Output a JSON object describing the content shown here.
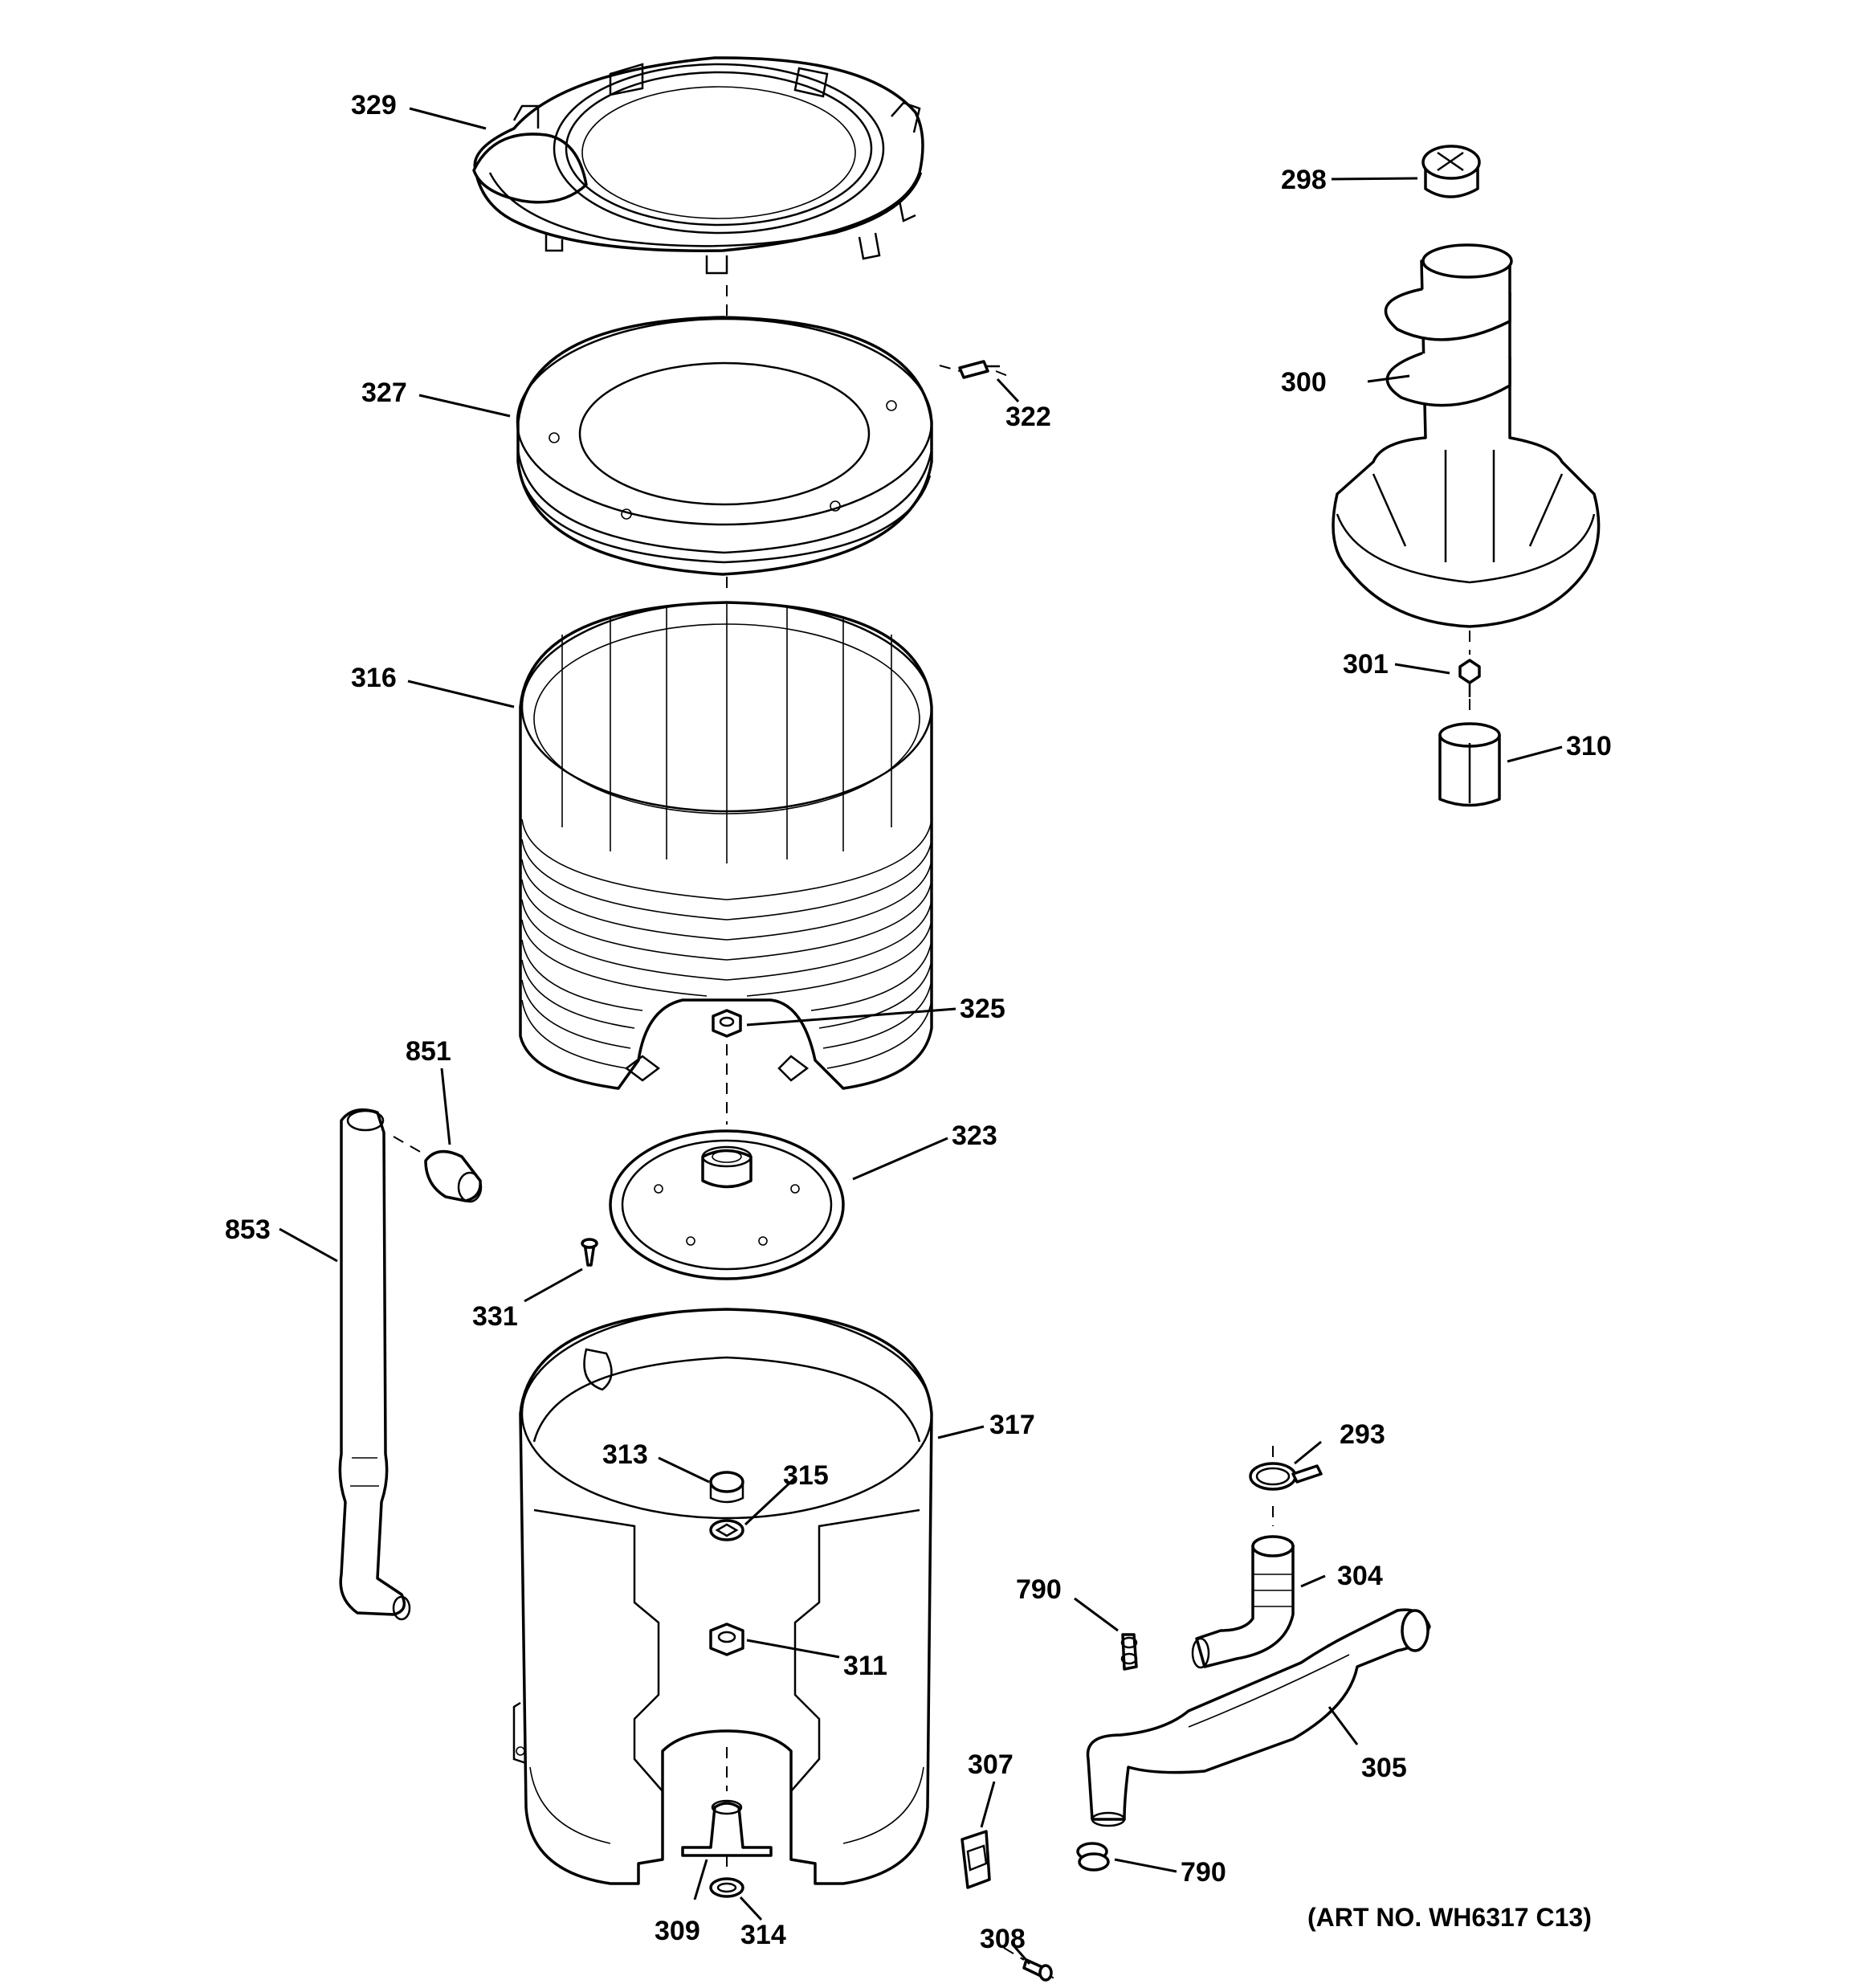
{
  "diagram": {
    "art_number": "(ART NO. WH6317 C13)",
    "callouts": [
      {
        "id": "329",
        "label": "329"
      },
      {
        "id": "327",
        "label": "327"
      },
      {
        "id": "322",
        "label": "322"
      },
      {
        "id": "316",
        "label": "316"
      },
      {
        "id": "325",
        "label": "325"
      },
      {
        "id": "851",
        "label": "851"
      },
      {
        "id": "853",
        "label": "853"
      },
      {
        "id": "323",
        "label": "323"
      },
      {
        "id": "331",
        "label": "331"
      },
      {
        "id": "317",
        "label": "317"
      },
      {
        "id": "313",
        "label": "313"
      },
      {
        "id": "315",
        "label": "315"
      },
      {
        "id": "311",
        "label": "311"
      },
      {
        "id": "309",
        "label": "309"
      },
      {
        "id": "314",
        "label": "314"
      },
      {
        "id": "298",
        "label": "298"
      },
      {
        "id": "300",
        "label": "300"
      },
      {
        "id": "301",
        "label": "301"
      },
      {
        "id": "310",
        "label": "310"
      },
      {
        "id": "293",
        "label": "293"
      },
      {
        "id": "304",
        "label": "304"
      },
      {
        "id": "790a",
        "label": "790"
      },
      {
        "id": "305",
        "label": "305"
      },
      {
        "id": "307",
        "label": "307"
      },
      {
        "id": "790b",
        "label": "790"
      },
      {
        "id": "308",
        "label": "308"
      }
    ]
  }
}
